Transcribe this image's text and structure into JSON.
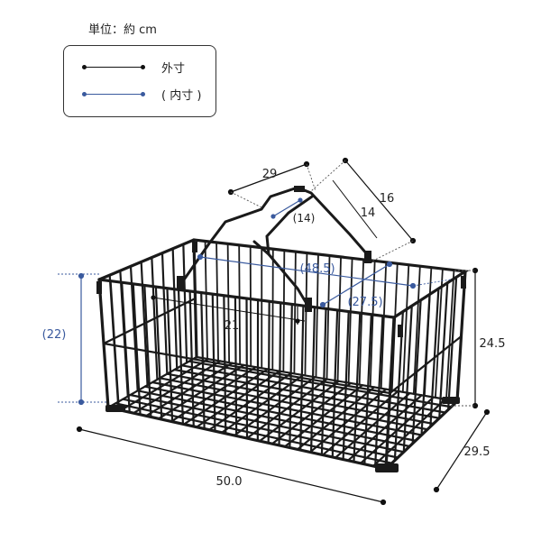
{
  "unit_label": "単位：約 cm",
  "legend": {
    "outer_label": "外寸",
    "inner_label": "( 内寸 )"
  },
  "dimensions": {
    "handle_width_outer": "29",
    "handle_width_inner": "(14)",
    "handle_height_outer": "16",
    "handle_height_inner": "14",
    "inner_width": "(48.5)",
    "inner_depth": "(27.5)",
    "inner_height": "(22)",
    "handle_drop": "21",
    "outer_height": "24.5",
    "outer_width": "50.0",
    "outer_depth": "29.5"
  },
  "colors": {
    "outer_line": "#111111",
    "inner_line": "#3a5a9e",
    "wire": "#1a1a1a",
    "text": "#222222"
  }
}
